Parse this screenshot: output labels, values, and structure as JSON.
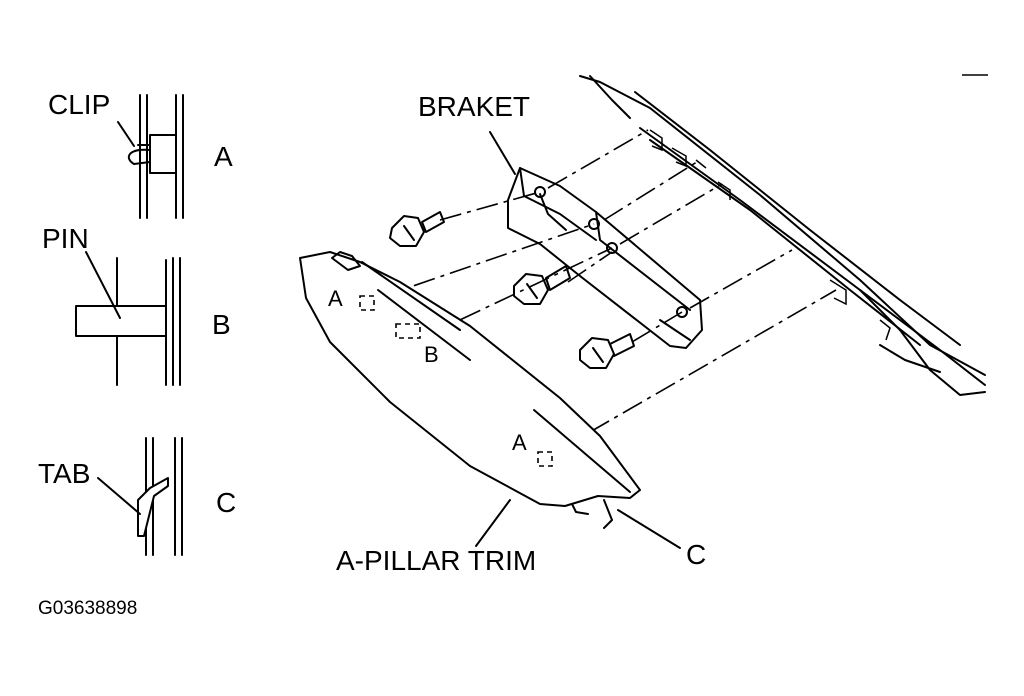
{
  "detail_labels": {
    "clip_name": "CLIP",
    "clip_letter": "A",
    "pin_name": "PIN",
    "pin_letter": "B",
    "tab_name": "TAB",
    "tab_letter": "C"
  },
  "main_labels": {
    "bracket": "BRAKET",
    "trim": "A-PILLAR TRIM",
    "clip_a_upper": "A",
    "pin_b": "B",
    "clip_a_lower": "A",
    "tab_c": "C"
  },
  "figure_code": "G03638898"
}
